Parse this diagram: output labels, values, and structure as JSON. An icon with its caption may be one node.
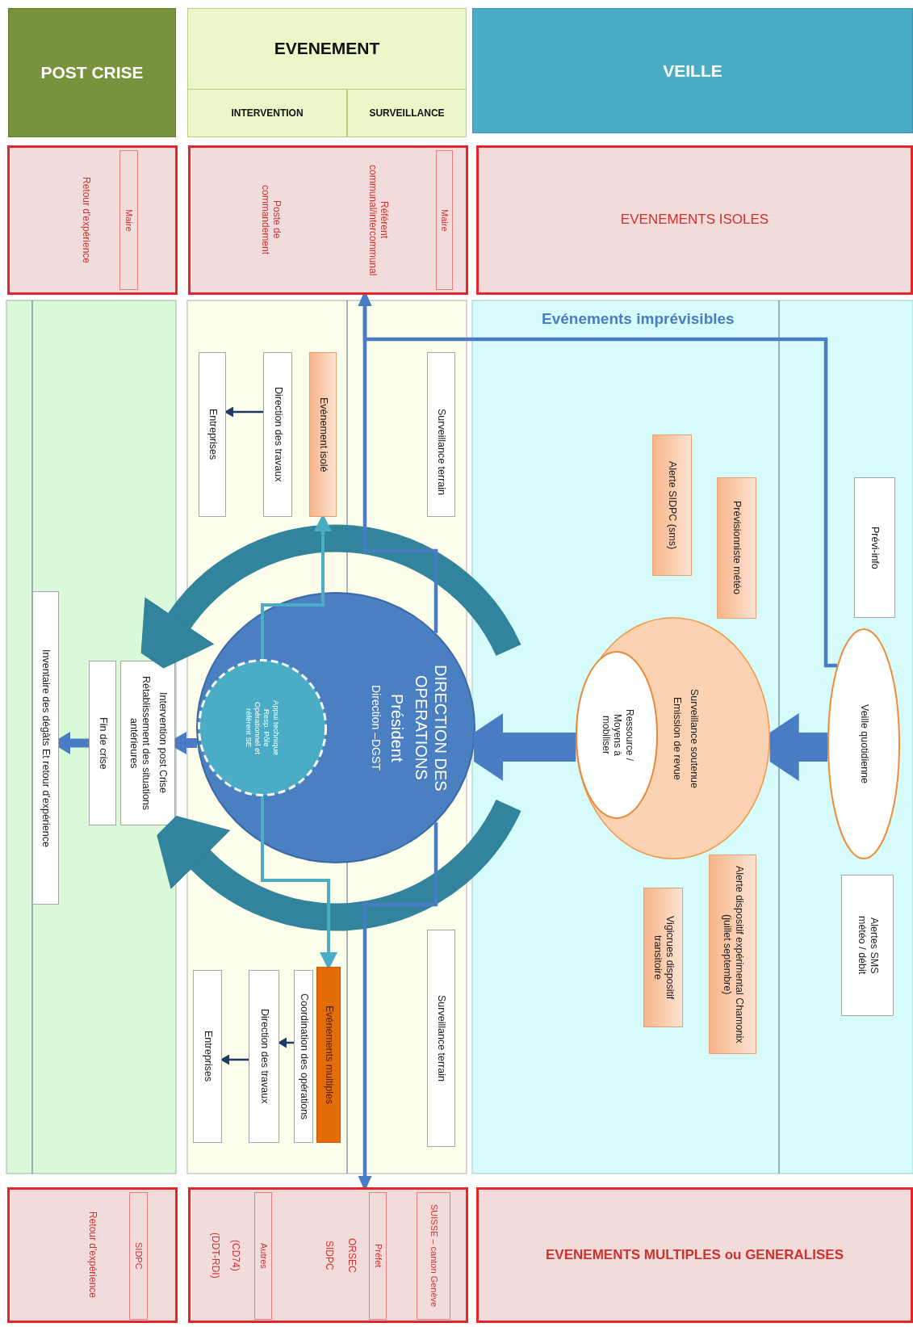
{
  "diagram": {
    "nodes": [
      {
        "text": [
          "POST CRISE"
        ]
      },
      {
        "text": [
          "EVENEMENT"
        ]
      },
      {
        "text": [
          "INTERVENTION"
        ],
        "in": 1
      },
      {
        "text": [
          "SURVEILLANCE"
        ],
        "in": 1
      },
      {
        "text": [
          "VEILLE"
        ]
      },
      {
        "text": [
          "Retour d'expérience"
        ]
      },
      {
        "text": [
          "Maire"
        ],
        "in": 5
      },
      {
        "text": [
          "Référent communal/intercommunal",
          "Poste de commandement"
        ]
      },
      {
        "text": [
          "Maire"
        ],
        "in": 7
      },
      {
        "text": [
          "EVENEMENTS ISOLES"
        ]
      },
      {
        "text": [
          "Surveillance terrain"
        ]
      },
      {
        "text": [
          "Evénement isolé"
        ]
      },
      {
        "text": [
          "Direction des travaux"
        ]
      },
      {
        "text": [
          "Entreprises"
        ]
      },
      {
        "text": [
          "DIRECTION DES OPERATIONS",
          "Président",
          "Direction –DGST"
        ]
      },
      {
        "text": [
          "Appui technique Resp. Pôle Opérationnel et référent SE"
        ],
        "in": 14
      },
      {
        "text": [
          "Intervention post Crise",
          "Rétablissement des situations antérieures"
        ]
      },
      {
        "text": [
          "Fin de crise"
        ]
      },
      {
        "text": [
          "Inventaire des dégâts Et retour d'expérience"
        ]
      },
      {
        "text": [
          "Surveillance terrain"
        ]
      },
      {
        "text": [
          "Evénements multiples"
        ]
      },
      {
        "text": [
          "Coordination des opérations"
        ]
      },
      {
        "text": [
          "Direction des travaux"
        ]
      },
      {
        "text": [
          "Entreprises"
        ]
      },
      {
        "text": [
          "Alerte SIDPC (sms)"
        ]
      },
      {
        "text": [
          "Prévisionniste météo"
        ]
      },
      {
        "text": [
          "Prévi-info"
        ]
      },
      {
        "text": [
          "Veille quotidienne"
        ]
      },
      {
        "text": [
          "Surveillance soutenue",
          "Emission de revue"
        ]
      },
      {
        "text": [
          "Ressource / Moyens à mobiliser"
        ],
        "in": 28
      },
      {
        "text": [
          "Alerte dispositif expérimental Chamonix (juillet septembre)"
        ]
      },
      {
        "text": [
          "Vigicrues dispositif transitoire"
        ]
      },
      {
        "text": [
          "Alertes SMS météo / débit"
        ]
      },
      {
        "text": [
          "Retour d'expérience"
        ]
      },
      {
        "text": [
          "SIDPC"
        ],
        "in": 33
      },
      {
        "text": [
          "ORSEC",
          "SIDPC",
          "(CD74)",
          "(DDT-RDI)"
        ]
      },
      {
        "text": [
          "SUISSE – canton Genève"
        ],
        "in": 35
      },
      {
        "text": [
          "Préfet"
        ],
        "in": 35
      },
      {
        "text": [
          "Autres"
        ],
        "in": 35
      },
      {
        "text": [
          "EVENEMENTS MULTIPLES ou GENERALISES"
        ]
      }
    ],
    "edges": [
      {
        "from": 27,
        "to": 28,
        "arrow": "to",
        "style": "thick"
      },
      {
        "from": 28,
        "to": 14,
        "arrow": "to",
        "style": "thick"
      },
      {
        "from": 27,
        "to": 7,
        "arrow": "to",
        "label": "Evénements imprévisibles"
      },
      {
        "from": 14,
        "to": 7,
        "arrow": "to"
      },
      {
        "from": 14,
        "to": 35,
        "arrow": "to"
      },
      {
        "from": 15,
        "to": 11,
        "arrow": "to",
        "color": "#4bacc6"
      },
      {
        "from": 15,
        "to": 20,
        "arrow": "to",
        "color": "#4bacc6"
      },
      {
        "from": 12,
        "to": 13,
        "arrow": "to",
        "color": "#1f3864"
      },
      {
        "from": 21,
        "to": 22,
        "arrow": "to",
        "color": "#1f3864"
      },
      {
        "from": 22,
        "to": 23,
        "arrow": "to",
        "color": "#1f3864"
      },
      {
        "from": 14,
        "to": 16,
        "arrow": "to",
        "style": "thick"
      },
      {
        "from": 17,
        "to": 18,
        "arrow": "to",
        "style": "thick"
      },
      {
        "from": null,
        "to": 16,
        "arrow": "to",
        "style": "thick",
        "color": "#31849b"
      },
      {
        "from": null,
        "to": 16,
        "arrow": "to",
        "style": "thick",
        "color": "#31849b"
      }
    ]
  }
}
